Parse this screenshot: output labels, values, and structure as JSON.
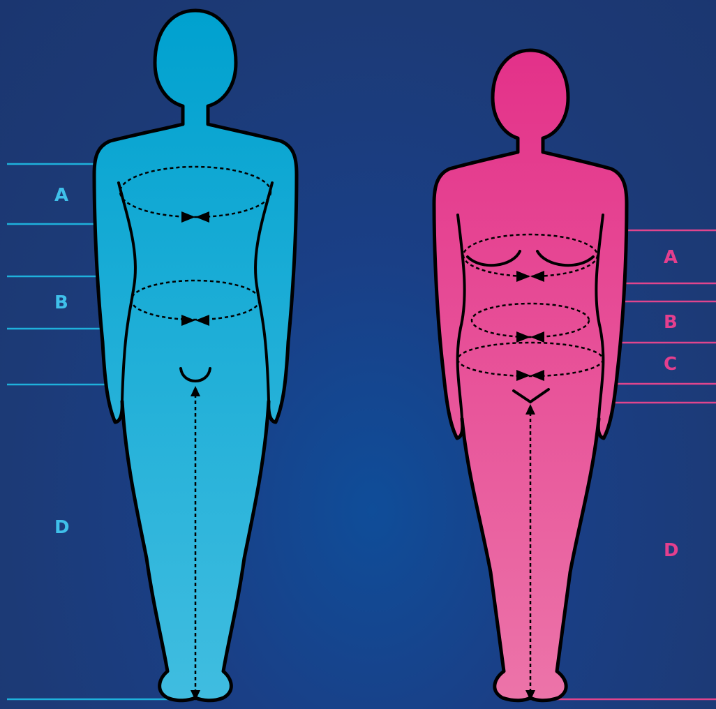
{
  "colors": {
    "background": "#1b3a78",
    "male_accent": "#1fb1dc",
    "female_accent": "#e0458d",
    "male_fill_top": "#00a1cf",
    "male_fill_bottom": "#40bde0",
    "female_fill_top": "#e33189",
    "female_fill_bottom": "#ec74a9",
    "outline": "#000000"
  },
  "male": {
    "label_a": "A",
    "label_b": "B",
    "label_d": "D"
  },
  "female": {
    "label_a": "A",
    "label_b": "B",
    "label_c": "C",
    "label_d": "D"
  }
}
